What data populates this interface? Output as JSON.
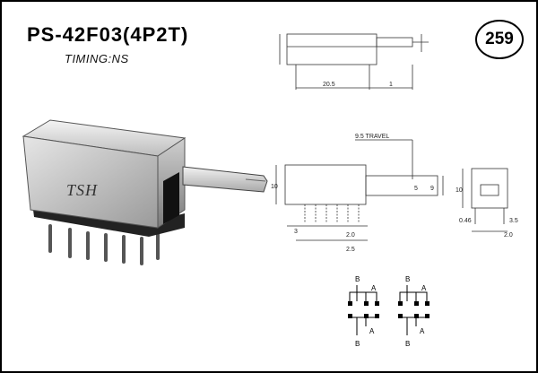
{
  "header": {
    "part_number": "PS-42F03(4P2T)",
    "timing": "TIMING:NS",
    "page_number": "259"
  },
  "product": {
    "brand": "TSH"
  },
  "side_view": {
    "dim_a": "20.5",
    "dim_b": "1"
  },
  "front_view": {
    "dim_top": "9.5 TRAVEL",
    "dim_left": "10",
    "dim_pitch": "3",
    "dim_lead": "2.0",
    "dim_bottom": "2.5",
    "dim_right_a": "5",
    "dim_right_b": "9"
  },
  "end_view": {
    "dim_height": "10",
    "dim_left": "0.46",
    "dim_right": "3.5",
    "dim_bottom": "2.0"
  },
  "schematic": {
    "label_b": "B",
    "label_a": "A"
  }
}
